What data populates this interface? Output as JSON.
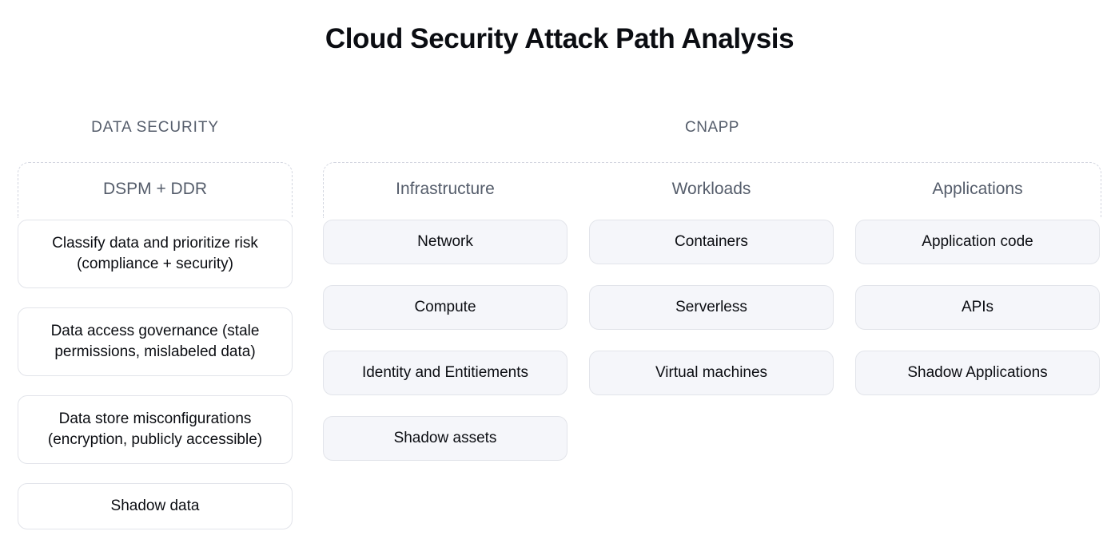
{
  "title": "Cloud Security Attack Path Analysis",
  "sections": [
    {
      "name": "data-security",
      "header": "DATA SECURITY",
      "columns": [
        {
          "name": "dspm-ddr",
          "title": "DSPM + DDR",
          "card_style": "plain",
          "cards": [
            {
              "text": "Classify data and prioritize risk (compliance + security)",
              "lines": 2
            },
            {
              "text": "Data access governance (stale permissions, mislabeled data)",
              "lines": 2
            },
            {
              "text": "Data store misconfigurations (encryption, publicly accessible)",
              "lines": 2
            },
            {
              "text": "Shadow data",
              "lines": 1
            }
          ]
        }
      ]
    },
    {
      "name": "cnapp",
      "header": "CNAPP",
      "columns": [
        {
          "name": "infrastructure",
          "title": "Infrastructure",
          "card_style": "tinted",
          "cards": [
            {
              "text": "Network",
              "lines": 1
            },
            {
              "text": "Compute",
              "lines": 1
            },
            {
              "text": "Identity and Entitiements",
              "lines": 1
            },
            {
              "text": "Shadow assets",
              "lines": 1
            }
          ]
        },
        {
          "name": "workloads",
          "title": "Workloads",
          "card_style": "tinted",
          "cards": [
            {
              "text": "Containers",
              "lines": 1
            },
            {
              "text": "Serverless",
              "lines": 1
            },
            {
              "text": "Virtual machines",
              "lines": 1
            }
          ]
        },
        {
          "name": "applications",
          "title": "Applications",
          "card_style": "tinted",
          "cards": [
            {
              "text": "Application code",
              "lines": 1
            },
            {
              "text": "APIs",
              "lines": 1
            },
            {
              "text": "Shadow Applications",
              "lines": 1
            }
          ]
        }
      ]
    }
  ],
  "colors": {
    "background": "#ffffff",
    "title_text": "#0b0d12",
    "header_text": "#555d6b",
    "card_text": "#0b0d12",
    "card_border": "#e2e4ea",
    "card_plain_fill": "#ffffff",
    "card_tinted_fill": "#f5f6fa",
    "dashed_border": "#d3d6e0"
  }
}
